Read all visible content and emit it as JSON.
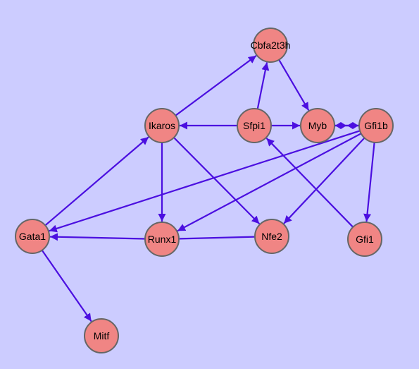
{
  "diagram": {
    "background": "#ccccff",
    "node_fill": "#f08584",
    "node_stroke": "#666666",
    "edge_color": "#4b0fe0",
    "nodes": [
      {
        "id": "Cbfa2t3h",
        "label": "Cbfa2t3h"
      },
      {
        "id": "Ikaros",
        "label": "Ikaros"
      },
      {
        "id": "Sfpi1",
        "label": "Sfpi1"
      },
      {
        "id": "Myb",
        "label": "Myb"
      },
      {
        "id": "Gfi1b",
        "label": "Gfi1b"
      },
      {
        "id": "Gata1",
        "label": "Gata1"
      },
      {
        "id": "Runx1",
        "label": "Runx1"
      },
      {
        "id": "Nfe2",
        "label": "Nfe2"
      },
      {
        "id": "Gfi1",
        "label": "Gfi1"
      },
      {
        "id": "Mitf",
        "label": "Mitf"
      }
    ],
    "edges": [
      {
        "from": "Ikaros",
        "to": "Cbfa2t3h",
        "type": "arrow"
      },
      {
        "from": "Sfpi1",
        "to": "Cbfa2t3h",
        "type": "arrow"
      },
      {
        "from": "Cbfa2t3h",
        "to": "Myb",
        "type": "arrow"
      },
      {
        "from": "Sfpi1",
        "to": "Ikaros",
        "type": "arrow"
      },
      {
        "from": "Sfpi1",
        "to": "Myb",
        "type": "arrow"
      },
      {
        "from": "Gfi1b",
        "to": "Myb",
        "type": "diamond"
      },
      {
        "from": "Myb",
        "to": "Gfi1b",
        "type": "diamond"
      },
      {
        "from": "Gata1",
        "to": "Ikaros",
        "type": "arrow"
      },
      {
        "from": "Ikaros",
        "to": "Runx1",
        "type": "arrow"
      },
      {
        "from": "Ikaros",
        "to": "Nfe2",
        "type": "arrow"
      },
      {
        "from": "Gfi1b",
        "to": "Gata1",
        "type": "arrow"
      },
      {
        "from": "Gfi1b",
        "to": "Runx1",
        "type": "arrow"
      },
      {
        "from": "Gfi1b",
        "to": "Nfe2",
        "type": "arrow"
      },
      {
        "from": "Gfi1b",
        "to": "Gfi1",
        "type": "arrow"
      },
      {
        "from": "Gfi1",
        "to": "Sfpi1",
        "type": "arrow"
      },
      {
        "from": "Runx1",
        "to": "Gata1",
        "type": "arrow"
      },
      {
        "from": "Nfe2",
        "to": "Runx1",
        "type": "line"
      },
      {
        "from": "Gata1",
        "to": "Mitf",
        "type": "arrow"
      }
    ]
  }
}
